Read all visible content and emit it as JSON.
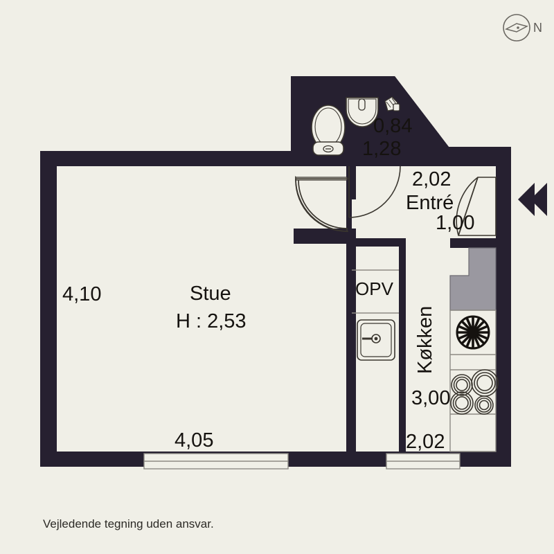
{
  "document": {
    "type": "floor-plan",
    "language": "da",
    "disclaimer": "Vejledende tegning uden ansvar."
  },
  "colors": {
    "background": "#f0efe7",
    "wall": "#262030",
    "fixture_line": "#3a362f",
    "appliance_gray": "#9a98a0",
    "text": "#15120f",
    "compass": "#6b6862"
  },
  "compass": {
    "label": "N",
    "icon": "compass-needle-icon"
  },
  "entry_marker": {
    "icon": "entry-arrow-icon",
    "direction": "left"
  },
  "rooms": [
    {
      "id": "stue",
      "name": "Stue",
      "height_label": "H : 2,53",
      "dim_left": "4,10",
      "dim_bottom": "4,05"
    },
    {
      "id": "bad",
      "name": "",
      "dim_a": "0,84",
      "dim_b": "1,28"
    },
    {
      "id": "entre",
      "name": "Entré",
      "dim_top": "2,02",
      "dim_bottom": "1,00"
    },
    {
      "id": "kokken",
      "name": "Køkken",
      "dim_right": "3,00",
      "dim_bottom": "2,02"
    },
    {
      "id": "opv",
      "name": "OPV"
    }
  ],
  "labels": {
    "stue_dim_left": "4,10",
    "stue_name": "Stue",
    "stue_height": "H : 2,53",
    "stue_dim_bottom": "4,05",
    "bath_dim_width": "0,84",
    "bath_dim_depth": "1,28",
    "entre_dim_top": "2,02",
    "entre_name": "Entré",
    "entre_dim_bottom": "1,00",
    "opv_label": "OPV",
    "kokken_name": "Køkken",
    "kokken_dim_right": "3,00",
    "kokken_dim_bottom": "2,02"
  },
  "fixtures": [
    {
      "id": "toilet",
      "icon": "toilet-icon",
      "room": "bad"
    },
    {
      "id": "sink-basin",
      "icon": "washbasin-icon",
      "room": "bad"
    },
    {
      "id": "shower-head",
      "icon": "shower-head-icon",
      "room": "bad"
    },
    {
      "id": "kitchen-sink",
      "icon": "kitchen-sink-icon",
      "room": "opv"
    },
    {
      "id": "refrigerator",
      "icon": "refrigerator-icon",
      "room": "kokken"
    },
    {
      "id": "extractor-fan",
      "icon": "extractor-fan-icon",
      "room": "kokken"
    },
    {
      "id": "cooktop",
      "icon": "cooktop-four-burner-icon",
      "room": "kokken"
    }
  ],
  "openings": [
    {
      "id": "stue-door",
      "icon": "door-swing-icon"
    },
    {
      "id": "bath-door",
      "icon": "door-swing-icon"
    },
    {
      "id": "entry-door",
      "icon": "door-swing-icon"
    },
    {
      "id": "stue-window",
      "icon": "window-icon"
    },
    {
      "id": "kokken-window",
      "icon": "window-icon"
    }
  ]
}
